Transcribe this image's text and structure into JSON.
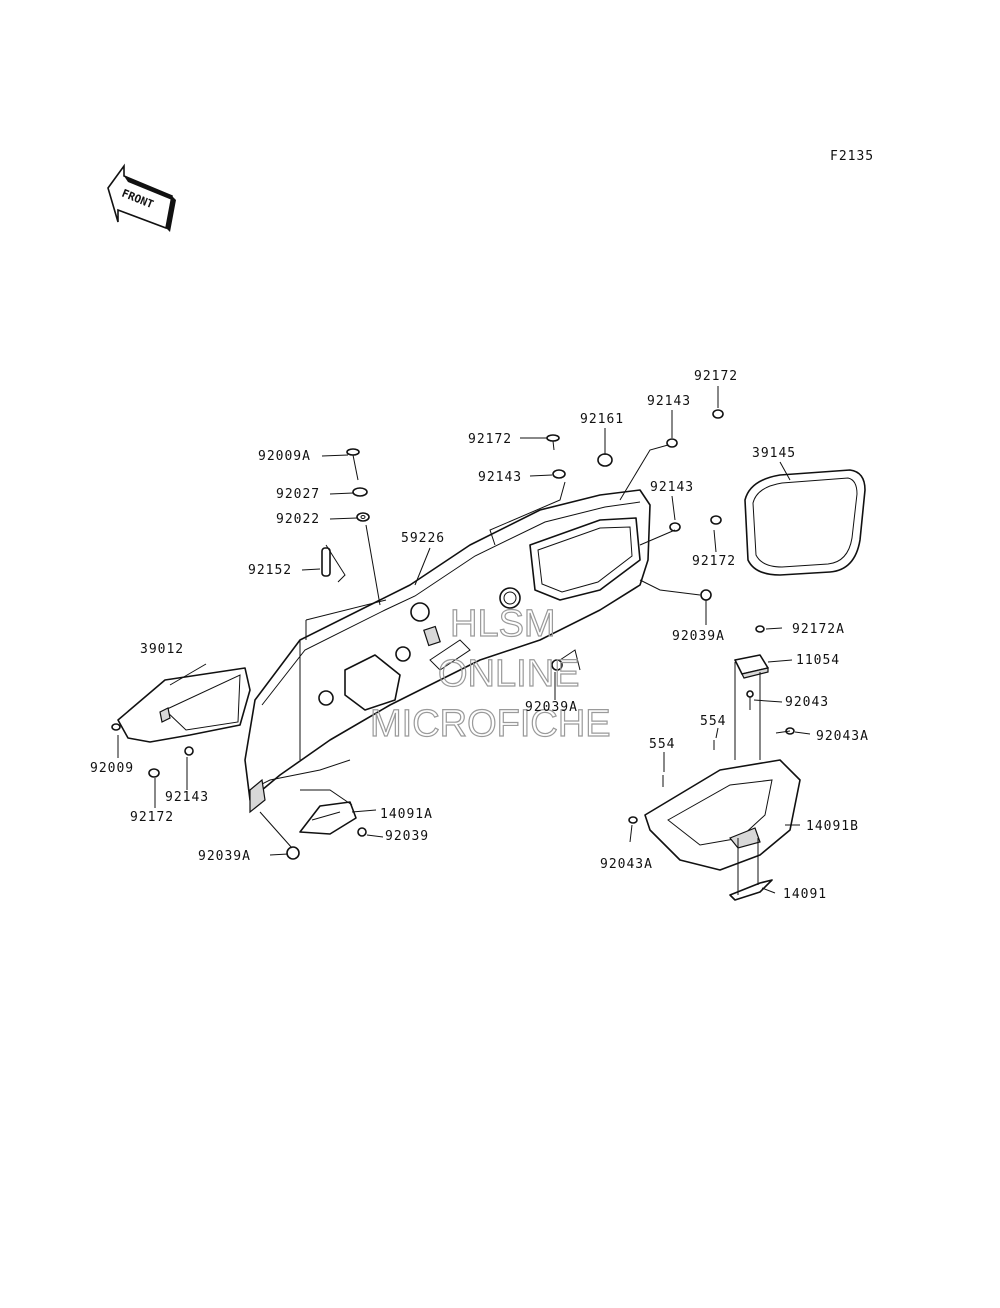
{
  "figure_code": "F2135",
  "front_arrow_text": "FRONT",
  "watermark": [
    "HLSM",
    "ONLINE",
    "MICROFICHE"
  ],
  "callouts": [
    {
      "id": "l-92172-top",
      "text": "92172"
    },
    {
      "id": "l-92143-top",
      "text": "92143"
    },
    {
      "id": "l-92161",
      "text": "92161"
    },
    {
      "id": "l-92172-mid",
      "text": "92172"
    },
    {
      "id": "l-92143-mid",
      "text": "92143"
    },
    {
      "id": "l-39145",
      "text": "39145"
    },
    {
      "id": "l-92143-right",
      "text": "92143"
    },
    {
      "id": "l-92172-right",
      "text": "92172"
    },
    {
      "id": "l-92009A",
      "text": "92009A"
    },
    {
      "id": "l-92027",
      "text": "92027"
    },
    {
      "id": "l-92022",
      "text": "92022"
    },
    {
      "id": "l-59226",
      "text": "59226"
    },
    {
      "id": "l-92152",
      "text": "92152"
    },
    {
      "id": "l-92039A-right",
      "text": "92039A"
    },
    {
      "id": "l-92172A",
      "text": "92172A"
    },
    {
      "id": "l-11054",
      "text": "11054"
    },
    {
      "id": "l-39012",
      "text": "39012"
    },
    {
      "id": "l-92039A-center",
      "text": "92039A"
    },
    {
      "id": "l-92043",
      "text": "92043"
    },
    {
      "id": "l-554-a",
      "text": "554"
    },
    {
      "id": "l-554-b",
      "text": "554"
    },
    {
      "id": "l-92043A-right",
      "text": "92043A"
    },
    {
      "id": "l-92009",
      "text": "92009"
    },
    {
      "id": "l-92143-left",
      "text": "92143"
    },
    {
      "id": "l-92172-left",
      "text": "92172"
    },
    {
      "id": "l-14091A",
      "text": "14091A"
    },
    {
      "id": "l-92039",
      "text": "92039"
    },
    {
      "id": "l-14091B",
      "text": "14091B"
    },
    {
      "id": "l-92039A-left",
      "text": "92039A"
    },
    {
      "id": "l-92043A-left",
      "text": "92043A"
    },
    {
      "id": "l-14091",
      "text": "14091"
    }
  ]
}
